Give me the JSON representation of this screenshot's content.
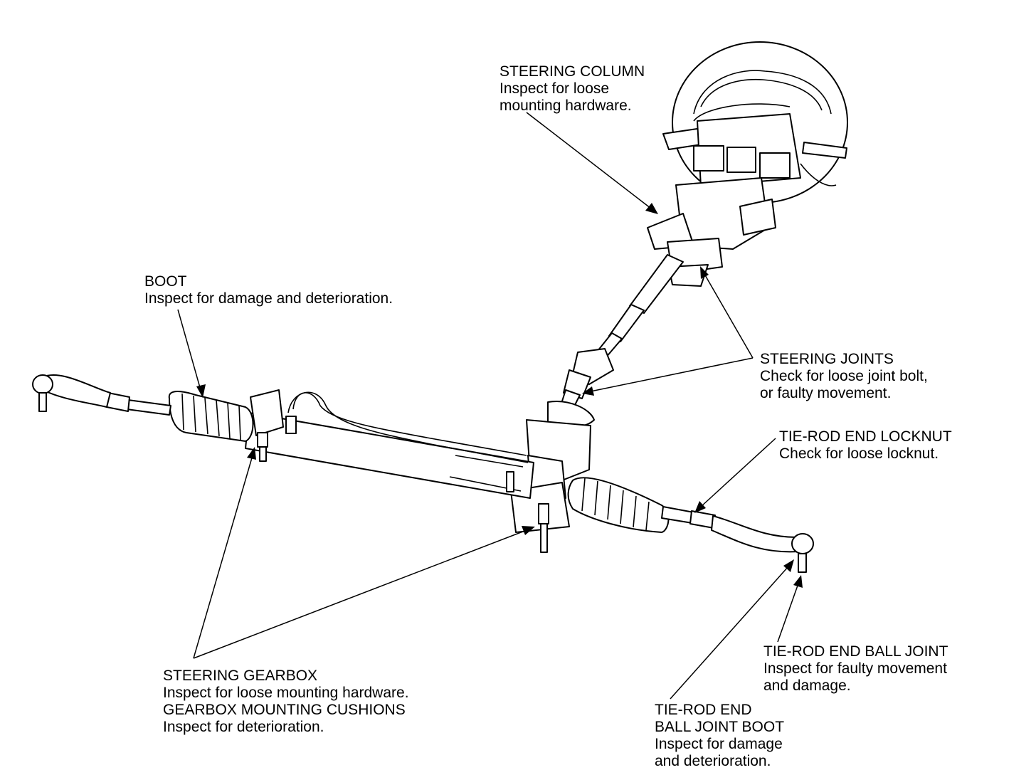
{
  "labels": {
    "steering_column": {
      "title": "STEERING COLUMN",
      "lines": [
        "Inspect for loose",
        "mounting hardware."
      ]
    },
    "boot": {
      "title": "BOOT",
      "lines": [
        "Inspect for damage and deterioration."
      ]
    },
    "steering_joints": {
      "title": "STEERING JOINTS",
      "lines": [
        "Check for loose joint bolt,",
        "or faulty movement."
      ]
    },
    "tie_rod_end_locknut": {
      "title": "TIE-ROD END LOCKNUT",
      "lines": [
        "Check for loose locknut."
      ]
    },
    "tie_rod_end_ball_joint": {
      "title": "TIE-ROD END BALL JOINT",
      "lines": [
        "Inspect for faulty movement",
        "and damage."
      ]
    },
    "steering_gearbox": {
      "title": "STEERING GEARBOX",
      "lines": [
        "Inspect for loose mounting hardware.",
        "GEARBOX MOUNTING CUSHIONS",
        "Inspect for deterioration."
      ]
    },
    "tie_rod_end_ball_joint_boot": {
      "title": "TIE-ROD END",
      "lines": [
        "BALL JOINT BOOT",
        "Inspect for damage",
        "and deterioration."
      ]
    }
  }
}
